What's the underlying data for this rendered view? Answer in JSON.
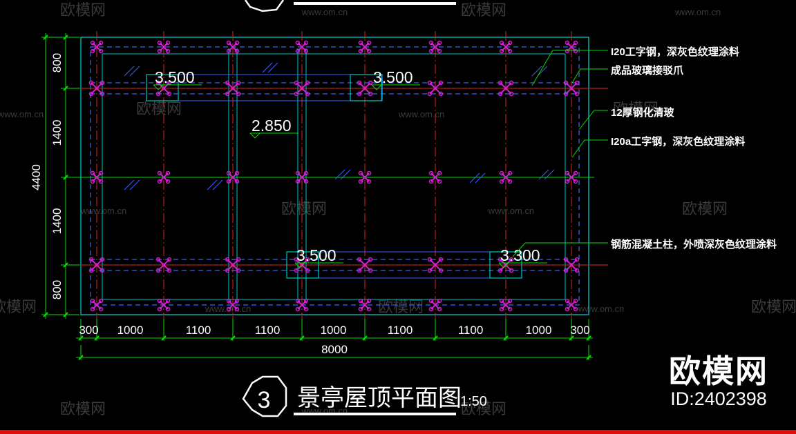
{
  "watermarks": {
    "logo": "欧模网",
    "url": "www.om.cn"
  },
  "drawing": {
    "title": "景亭屋顶平面图",
    "scale": "1:50",
    "number": "3",
    "elevations": [
      "3.500",
      "3.500",
      "2.850",
      "3.500",
      "3.300"
    ],
    "dims_top": [
      "300",
      "1000",
      "1100",
      "1100",
      "1000",
      "1100",
      "1100",
      "1000",
      "300"
    ],
    "dim_total_h": "8000",
    "dims_left": [
      "800",
      "1400",
      "1400",
      "800"
    ],
    "dim_total_v": "4400",
    "annotations": [
      "I20工字钢，深灰色纹理涂料",
      "成品玻璃接驳爪",
      "12厚钢化清玻",
      "I20a工字钢，深灰色纹理涂料",
      "钢筋混凝土柱，外喷深灰色纹理涂料"
    ]
  },
  "brand": {
    "name": "欧模网",
    "id": "ID:2402398"
  },
  "colors": {
    "background": "#000000",
    "outline": "#00c8c8",
    "glass": "#4060ff",
    "dimension": "#00e000",
    "axis": "#e02020",
    "fitting": "#d020d0",
    "bar": "#e01010"
  }
}
